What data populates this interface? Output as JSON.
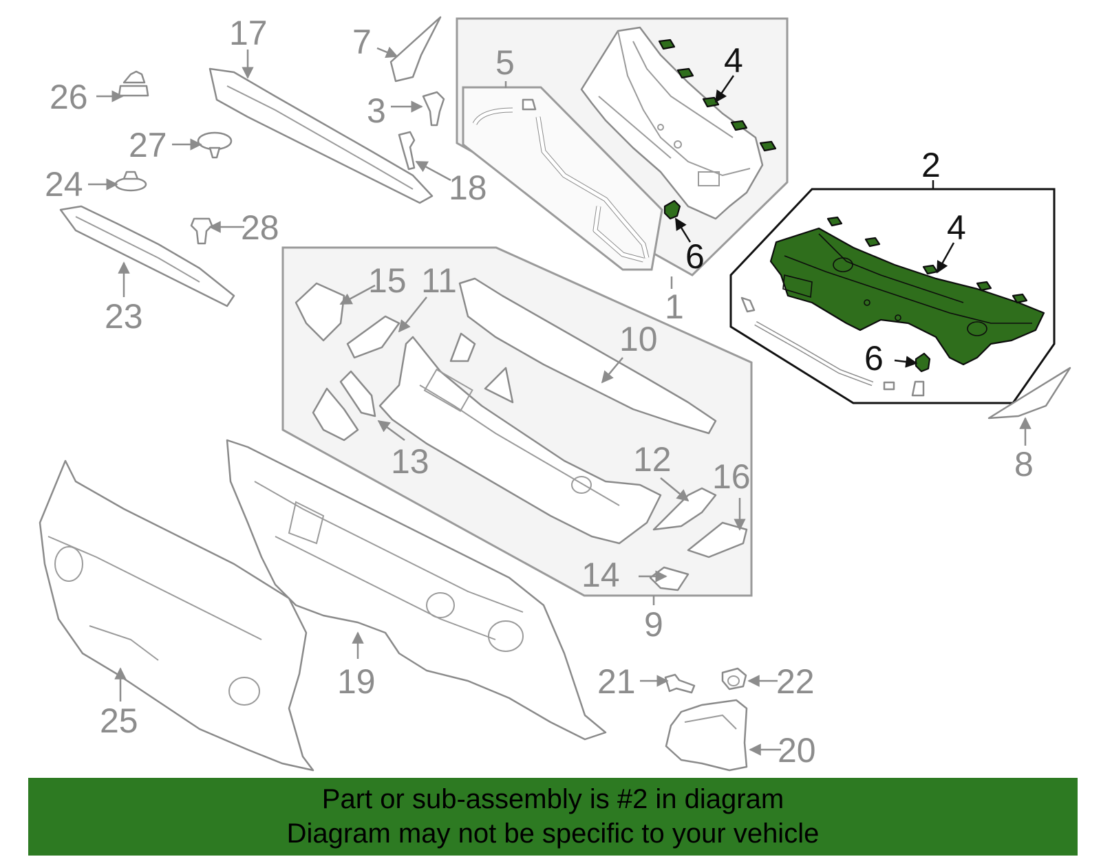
{
  "colors": {
    "highlight": "#2f6e1c",
    "banner": "#2d7a22",
    "label_gray": "#8c8c8c",
    "label_black": "#111111"
  },
  "callouts": {
    "c1": "1",
    "c2": "2",
    "c3": "3",
    "c4a": "4",
    "c4b": "4",
    "c5": "5",
    "c6a": "6",
    "c6b": "6",
    "c7": "7",
    "c8": "8",
    "c9": "9",
    "c10": "10",
    "c11": "11",
    "c12": "12",
    "c13": "13",
    "c14": "14",
    "c15": "15",
    "c16": "16",
    "c17": "17",
    "c18": "18",
    "c19": "19",
    "c20": "20",
    "c21": "21",
    "c22": "22",
    "c23": "23",
    "c24": "24",
    "c25": "25",
    "c26": "26",
    "c27": "27",
    "c28": "28"
  },
  "banner": {
    "line1": "Part or sub-assembly is #2 in diagram",
    "line2": "Diagram may not be specific to your vehicle"
  }
}
